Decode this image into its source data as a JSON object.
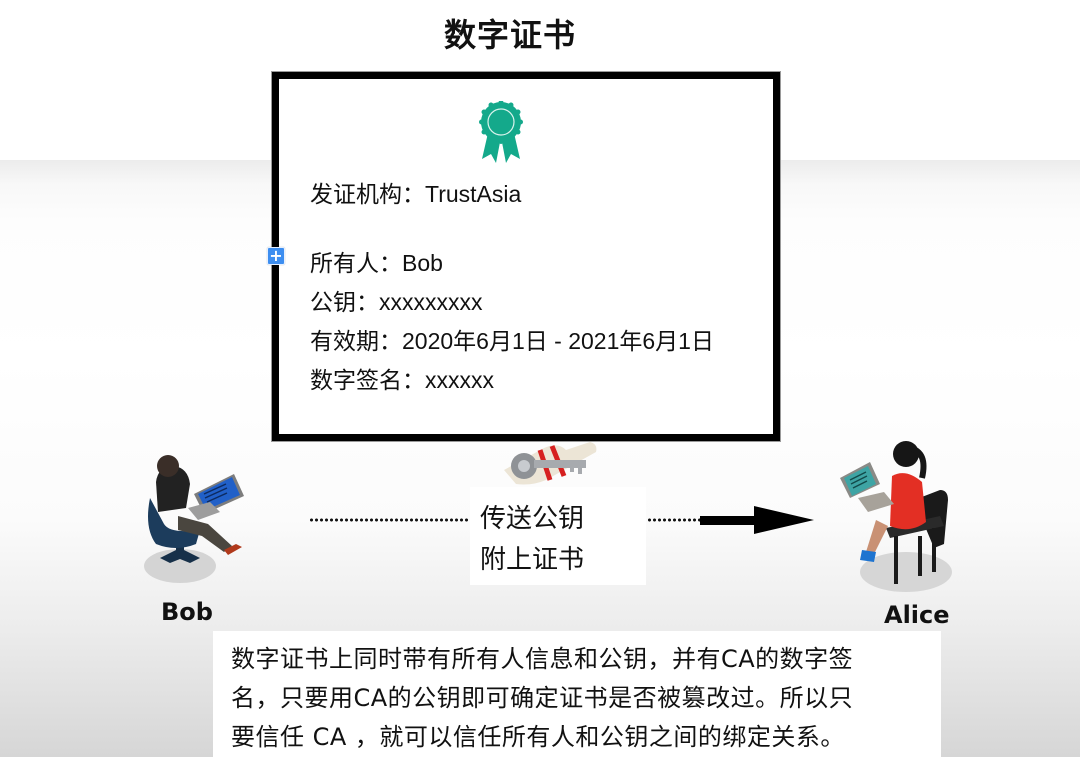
{
  "title": "数字证书",
  "certificate": {
    "badge_icon": "award-ribbon-icon",
    "badge_color": "#14a98b",
    "fields": [
      {
        "label": "发证机构：",
        "value": "TrustAsia"
      },
      {
        "label": "所有人：",
        "value": "Bob"
      },
      {
        "label": "公钥：",
        "value": "xxxxxxxxx"
      },
      {
        "label": "有效期：",
        "value": "2020年6月1日 - 2021年6月1日"
      },
      {
        "label": "数字签名：",
        "value": "xxxxxx"
      }
    ]
  },
  "add_handle": {
    "icon": "plus-icon",
    "symbol": "+",
    "color": "#3d8ef0"
  },
  "sender": {
    "name": "Bob",
    "icon": "man-on-laptop-icon"
  },
  "receiver": {
    "name": "Alice",
    "icon": "woman-on-laptop-icon"
  },
  "transfer": {
    "icon": "key-certificate-scroll-icon",
    "lines": [
      "传送公钥",
      "附上证书"
    ],
    "arrow_direction": "right"
  },
  "caption": {
    "lines": [
      "数字证书上同时带有所有人信息和公钥，并有CA的数字签",
      "名，只要用CA的公钥即可确定证书是否被篡改过。所以只",
      "要信任 CA ，就可以信任所有人和公钥之间的绑定关系。"
    ]
  }
}
